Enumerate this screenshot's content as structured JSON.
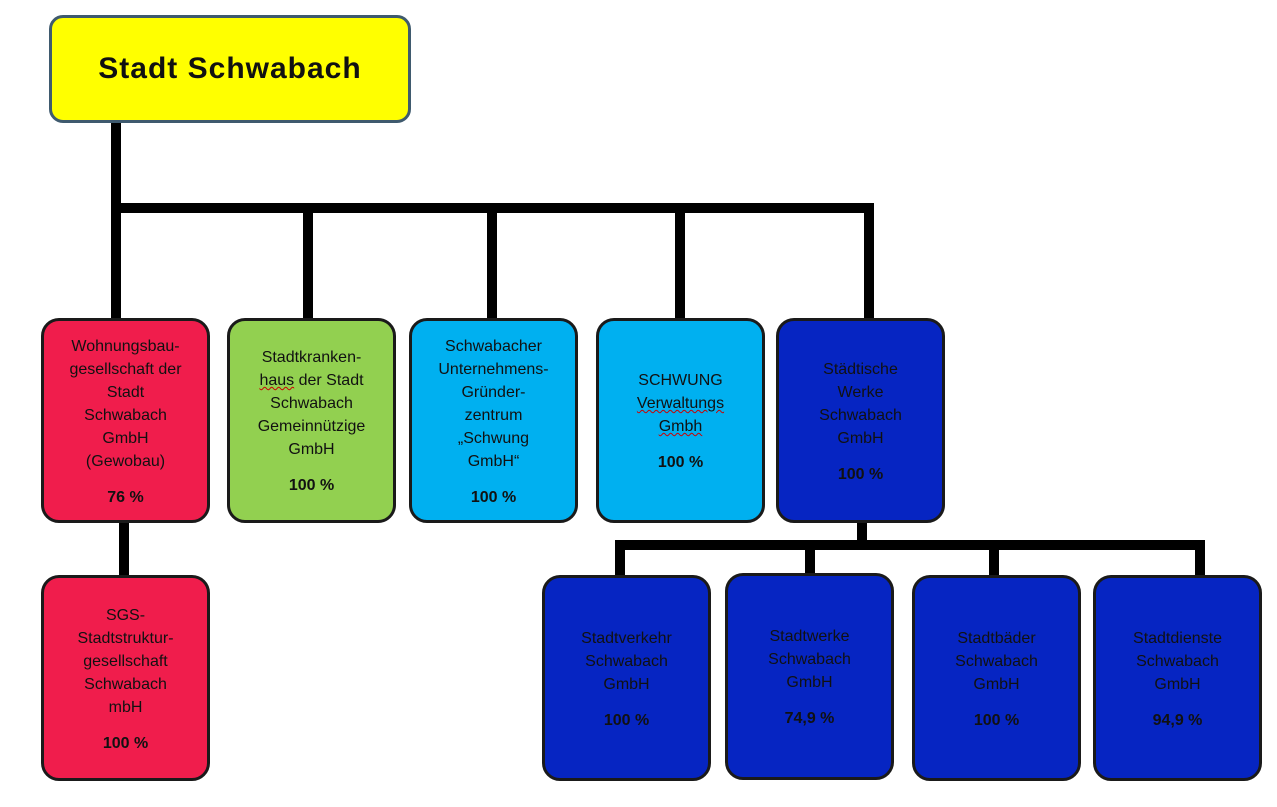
{
  "colors": {
    "root": "#ffff00",
    "housing": "#f01d4c",
    "hospital": "#92d050",
    "light_blue": "#00b0f0",
    "dark_blue": "#0625c2",
    "connector": "#000000"
  },
  "root": {
    "name": "Stadt Schwabach"
  },
  "entities": {
    "gewobau": {
      "name": "Wohnungsbau-\ngesellschaft der\nStadt\nSchwabach\nGmbH\n(Gewobau)",
      "share": "76 %"
    },
    "sgs": {
      "name": "SGS-\nStadtstruktur-\ngesellschaft\nSchwabach\nmbH",
      "share": "100 %"
    },
    "krankenhaus": {
      "name_1": "Stadtkranken-",
      "name_2a": "haus",
      "name_2b": " der Stadt\nSchwabach\nGemeinnützige\nGmbH",
      "share": "100 %"
    },
    "gruenderzentrum": {
      "name": "Schwabacher\nUnternehmens-\nGründer-\nzentrum\n„Schwung\nGmbH“",
      "share": "100 %"
    },
    "schwung": {
      "name_1": "SCHWUNG",
      "name_2": "Verwaltungs",
      "name_3": "Gmbh",
      "share": "100 %"
    },
    "stadtwerke_holding": {
      "name": "Städtische\nWerke\nSchwabach\nGmbH",
      "share": "100 %"
    },
    "stadtverkehr": {
      "name": "Stadtverkehr\nSchwabach\nGmbH",
      "share": "100 %"
    },
    "stadtwerke": {
      "name": "Stadtwerke\nSchwabach\nGmbH",
      "share": "74,9 %"
    },
    "stadtbaeder": {
      "name": "Stadtbäder\nSchwabach\nGmbH",
      "share": "100 %"
    },
    "stadtdienste": {
      "name": "Stadtdienste\nSchwabach\nGmbH",
      "share": "94,9 %"
    }
  }
}
